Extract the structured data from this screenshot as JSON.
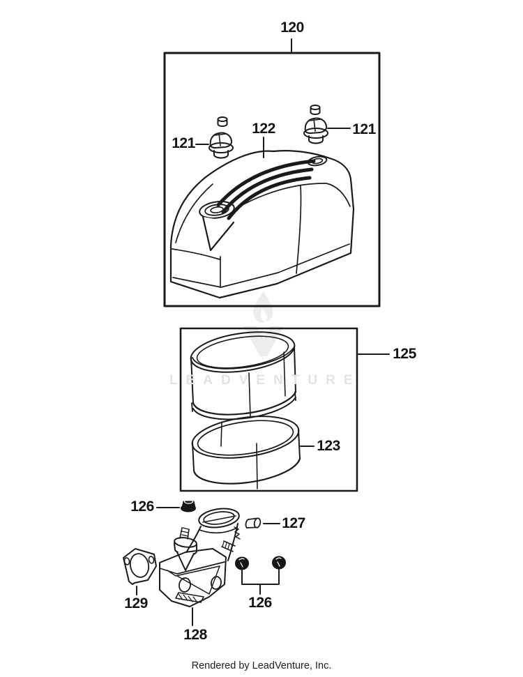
{
  "diagram": {
    "callouts": {
      "cover_assembly": "120",
      "wing_knob": "121",
      "cover": "122",
      "filter_base": "123",
      "air_filter": "125",
      "flange_nut": "126",
      "bushing": "127",
      "breather_elbow": "128",
      "gasket": "129"
    },
    "watermark": {
      "text": "LEADVENTURE",
      "logo_icon": "flame-v-logo",
      "color": "#e9e9e9"
    },
    "footer": {
      "credit": "Rendered by LeadVenture, Inc."
    },
    "colors": {
      "line": "#1a1a1a",
      "label": "#131313"
    }
  }
}
